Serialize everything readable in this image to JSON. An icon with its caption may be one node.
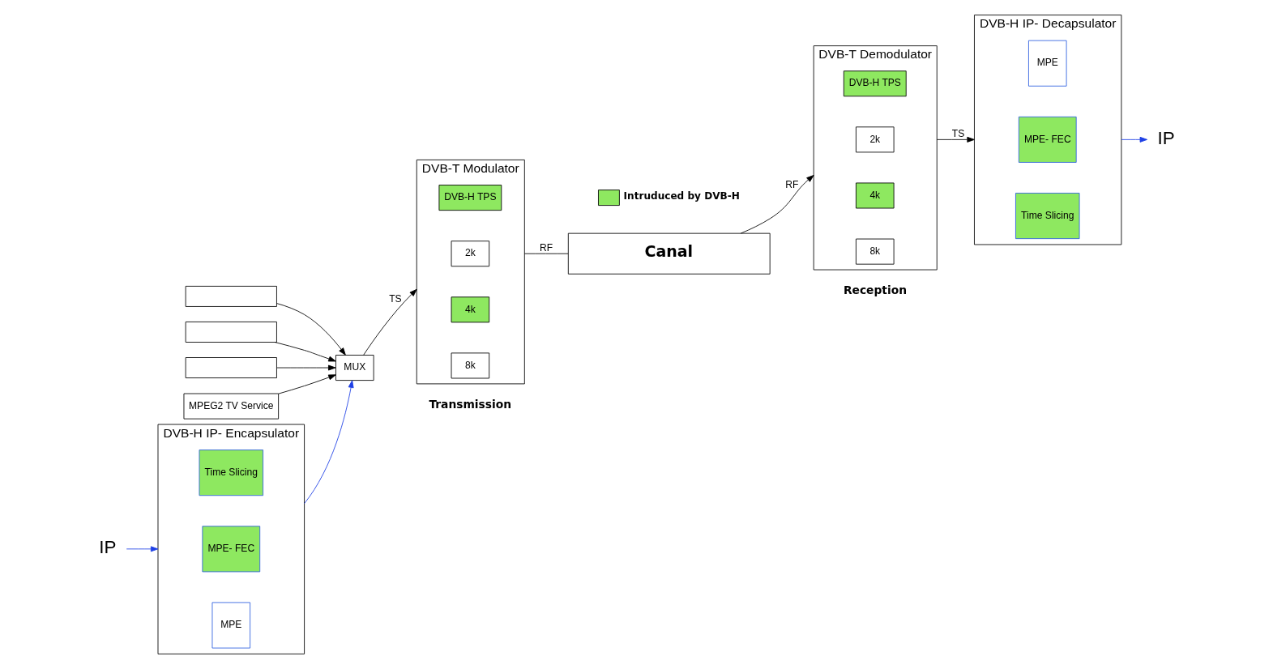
{
  "diagram": {
    "nodes": [
      {
        "text": [],
        "shape": "box"
      },
      {
        "text": [],
        "shape": "box"
      },
      {
        "text": [],
        "shape": "box"
      },
      {
        "text": [
          "MPEG2 TV Service"
        ]
      },
      {
        "text": [
          "MUX"
        ]
      },
      {
        "text": [
          "DVB-T Modulator"
        ]
      },
      {
        "text": [
          "8k"
        ],
        "in": 5
      },
      {
        "text": [
          "4k"
        ],
        "in": 5
      },
      {
        "text": [
          "2k"
        ],
        "in": 5
      },
      {
        "text": [
          "DVB-H TPS"
        ],
        "in": 5
      },
      {
        "text": [
          "DVB-H IP- Encapsulator"
        ]
      },
      {
        "text": [
          "MPE"
        ],
        "in": 10
      },
      {
        "text": [
          "MPE- FEC"
        ],
        "in": 10
      },
      {
        "text": [
          "Time Slicing"
        ],
        "in": 10
      },
      {
        "text": [
          "Canal"
        ]
      },
      {
        "text": [
          "DVB-T Demodulator"
        ]
      },
      {
        "text": [
          "8k"
        ],
        "in": 15
      },
      {
        "text": [
          "4k"
        ],
        "in": 15
      },
      {
        "text": [
          "2k"
        ],
        "in": 15
      },
      {
        "text": [
          "DVB-H TPS"
        ],
        "in": 15
      },
      {
        "text": [
          "DVB-H IP- Decapsulator"
        ]
      },
      {
        "text": [
          "Time Slicing"
        ],
        "in": 20
      },
      {
        "text": [
          "MPE- FEC"
        ],
        "in": 20
      },
      {
        "text": [
          "MPE"
        ],
        "in": 20
      },
      {
        "text": [
          "IP"
        ]
      },
      {
        "text": [
          "IP"
        ]
      }
    ],
    "edges": [
      {
        "from": 0,
        "to": 4,
        "arrow": "to"
      },
      {
        "from": 1,
        "to": 4,
        "arrow": "to"
      },
      {
        "from": 2,
        "to": 4,
        "arrow": "to"
      },
      {
        "from": 3,
        "to": 4,
        "arrow": "to"
      },
      {
        "from": 10,
        "to": 4,
        "arrow": "to",
        "color": "#1e40e6"
      },
      {
        "from": 24,
        "to": 10,
        "arrow": "to",
        "color": "#1e40e6"
      },
      {
        "from": 4,
        "to": 5,
        "arrow": "to",
        "label": "TS"
      },
      {
        "from": 5,
        "to": 14,
        "arrow": "none",
        "label": "RF"
      },
      {
        "from": 14,
        "to": 15,
        "arrow": "to",
        "label": "RF"
      },
      {
        "from": 15,
        "to": 20,
        "arrow": "to",
        "label": "TS"
      },
      {
        "from": 20,
        "to": 25,
        "arrow": "to",
        "color": "#1e40e6"
      }
    ],
    "labels": [
      "Transmission",
      "Reception"
    ],
    "legend": [
      {
        "text": "Intruduced by DVB-H",
        "color": "#8ee860"
      }
    ]
  }
}
